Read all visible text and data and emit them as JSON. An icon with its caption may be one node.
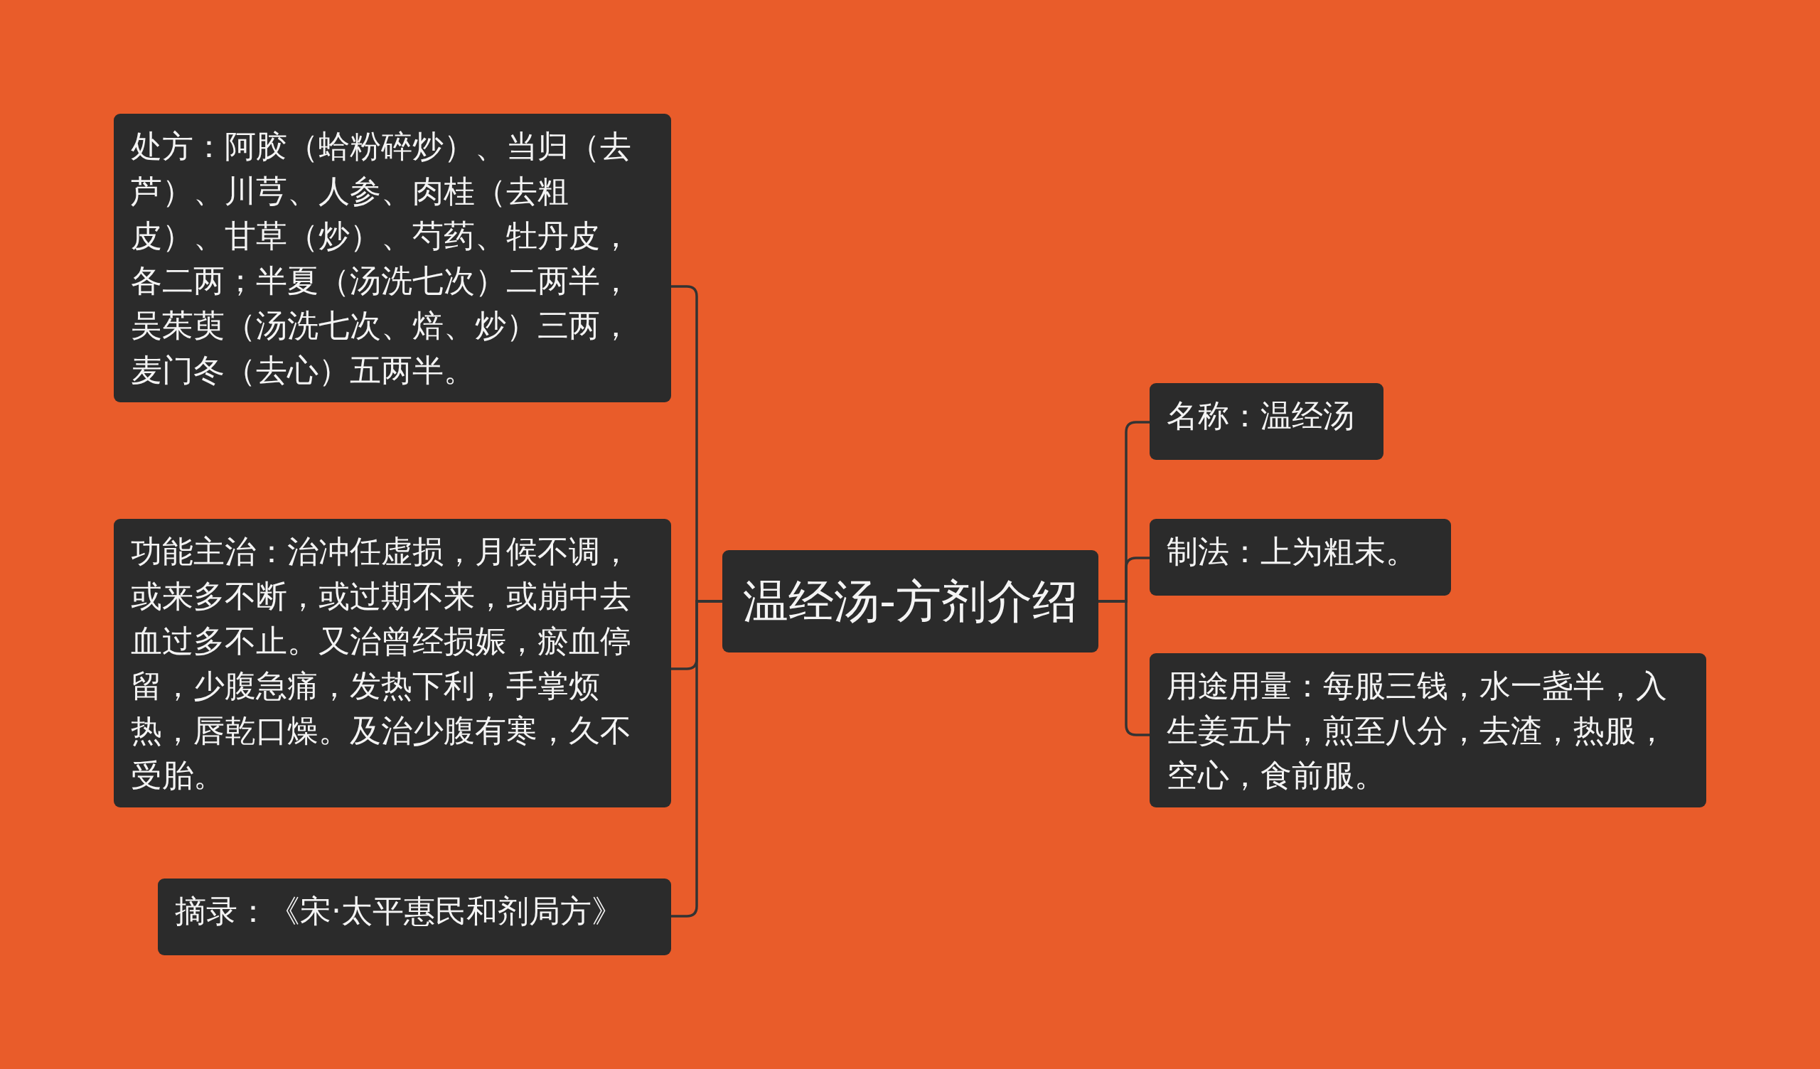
{
  "diagram": {
    "nodes": [
      {
        "text": [
          "温经汤-方剂介绍"
        ]
      },
      {
        "text": [
          "处方：阿胶（蛤粉碎炒）、当归（去芦）、川芎、人参、肉桂（去粗皮）、甘草（炒）、芍药、牡丹皮，各二两；半夏（汤洗七次）二两半，吴茱萸（汤洗七次、焙、炒）三两，麦门冬（去心）五两半。"
        ]
      },
      {
        "text": [
          "功能主治：治冲任虚损，月候不调，或来多不断，或过期不来，或崩中去血过多不止。又治曾经损娠，瘀血停留，少腹急痛，发热下利，手掌烦热，唇乾口燥。及治少腹有寒，久不受胎。"
        ]
      },
      {
        "text": [
          "摘录：《宋·太平惠民和剂局方》"
        ]
      },
      {
        "text": [
          "名称：温经汤"
        ]
      },
      {
        "text": [
          "制法：上为粗末。"
        ]
      },
      {
        "text": [
          "用途用量：每服三钱，水一盏半，入生姜五片，煎至八分，去渣，热服，空心，食前服。"
        ]
      }
    ],
    "edges": [
      {
        "from": 0,
        "to": 1,
        "arrow": "none"
      },
      {
        "from": 0,
        "to": 2,
        "arrow": "none"
      },
      {
        "from": 0,
        "to": 3,
        "arrow": "none"
      },
      {
        "from": 0,
        "to": 4,
        "arrow": "none"
      },
      {
        "from": 0,
        "to": 5,
        "arrow": "none"
      },
      {
        "from": 0,
        "to": 6,
        "arrow": "none"
      }
    ]
  }
}
